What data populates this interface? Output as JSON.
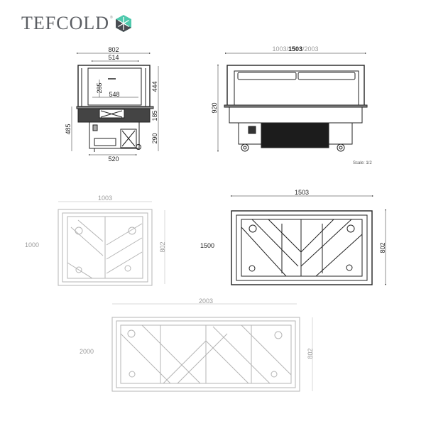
{
  "brand": {
    "name": "TEFCOLD",
    "registered_mark": "®",
    "logo_icon": "snowflake-hexagon-icon",
    "colors": {
      "text": "#5a5d62",
      "accent_teal": "#4fc9ad",
      "accent_dark": "#4a4c52"
    }
  },
  "side_view": {
    "dimensions": {
      "overall_width": "802",
      "inner_top_width": "514",
      "inner_height": "285",
      "inner_depth": "548",
      "upper_height": "444",
      "tub_height": "185",
      "base_height": "290",
      "left_height": "485",
      "base_width": "520"
    }
  },
  "front_view": {
    "width_label_prefix": "1003/",
    "width_label_bold": "1503",
    "width_label_suffix": "/2003",
    "height": "920",
    "scale_label": "Scale: 1/2"
  },
  "plan_views": [
    {
      "model": "1000",
      "width": "1003",
      "depth": "802",
      "highlighted": false
    },
    {
      "model": "1500",
      "width": "1503",
      "depth": "802",
      "highlighted": true
    },
    {
      "model": "2000",
      "width": "2003",
      "depth": "802",
      "highlighted": false
    }
  ]
}
